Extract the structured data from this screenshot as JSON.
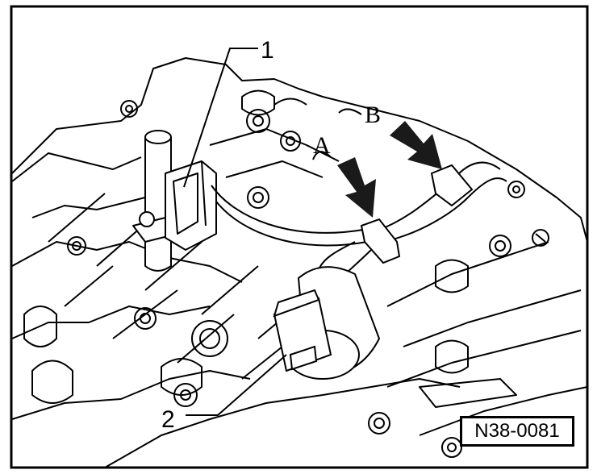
{
  "callouts": {
    "part_1": "1",
    "part_2": "2",
    "point_a": "A",
    "point_b": "B"
  },
  "reference": {
    "code": "N38-0081"
  },
  "colors": {
    "line": "#000000",
    "background": "#ffffff",
    "arrow": "#1a1a1a"
  }
}
